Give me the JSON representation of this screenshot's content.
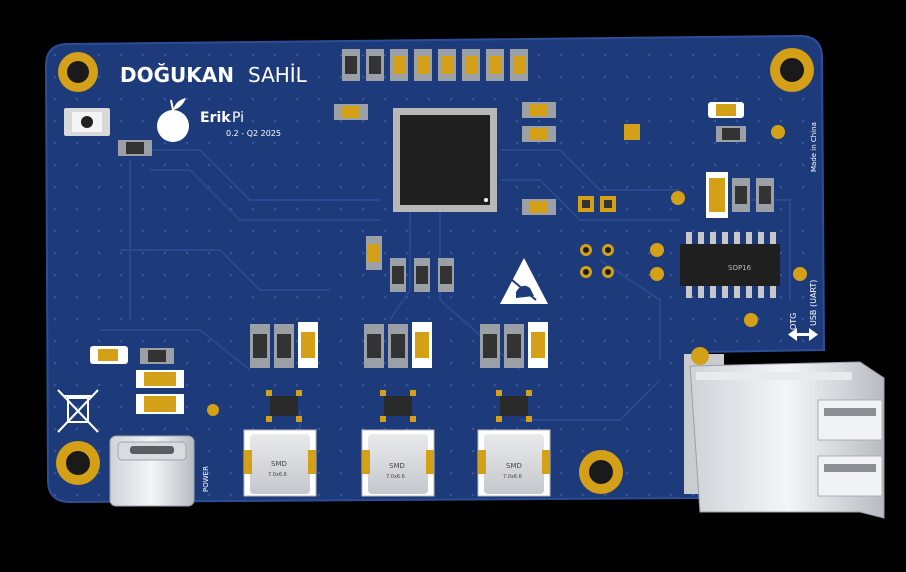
{
  "board": {
    "brand_bold": "DOĞUKAN",
    "brand_light": "SAHİL",
    "product_bold": "Erik",
    "product_light": "Pi",
    "version": "0.2 - Q2 2025",
    "made_in": "Made in China",
    "usb_label": "USB (UART)",
    "otg_label": "OTG",
    "power_label": "POWER",
    "ic_label": "SOP16",
    "inductors": [
      {
        "label": "SMD",
        "sub": "7.0x6.6"
      },
      {
        "label": "SMD",
        "sub": "7.0x6.6"
      },
      {
        "label": "SMD",
        "sub": "7.0x6.6"
      }
    ]
  },
  "icons": {
    "esd": "esd-warning-icon",
    "weee": "weee-bin-icon",
    "logo": "plum-fruit-icon",
    "arrow": "bidirectional-arrow-icon"
  },
  "colors": {
    "pcb": "#1d3a7a",
    "pcb_edge": "#162f66",
    "gold": "#d4a017",
    "silkscreen": "#ffffff",
    "chip": "#1f1f1f"
  }
}
